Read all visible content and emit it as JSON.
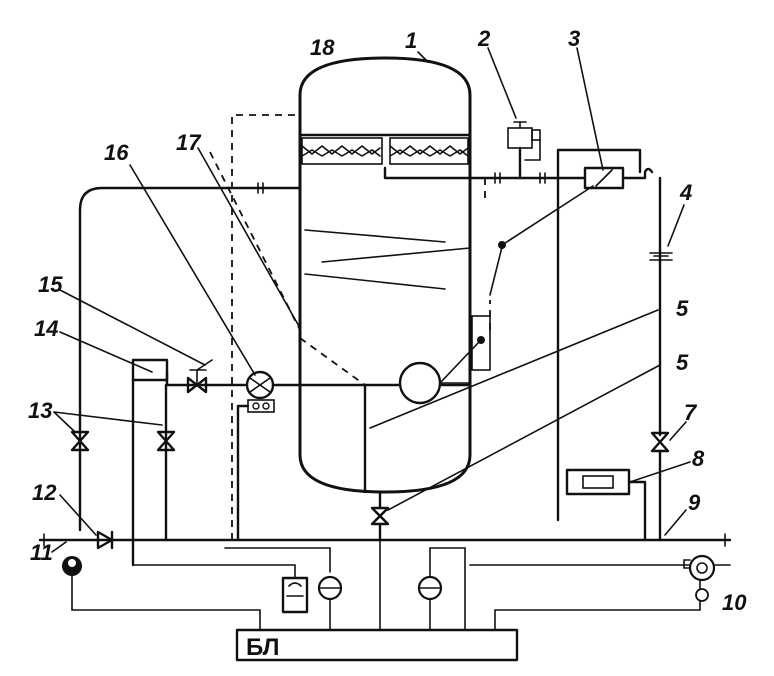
{
  "labels": {
    "l1": "1",
    "l2": "2",
    "l3": "3",
    "l4": "4",
    "l5a": "5",
    "l5b": "5",
    "l7": "7",
    "l8": "8",
    "l9": "9",
    "l10": "10",
    "l11": "11",
    "l12": "12",
    "l13": "13",
    "l14": "14",
    "l15": "15",
    "l16": "16",
    "l17": "17",
    "l18": "18"
  },
  "control_block": "БЛ"
}
